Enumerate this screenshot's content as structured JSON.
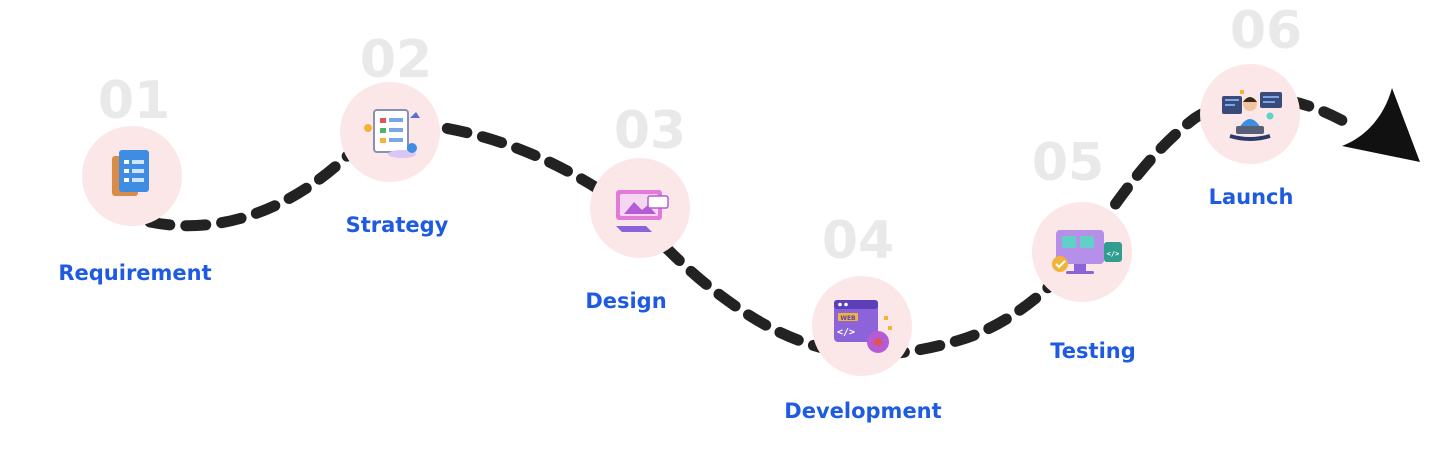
{
  "process": {
    "steps": [
      {
        "number": "01",
        "label": "Requirement",
        "icon": "document-checklist-icon"
      },
      {
        "number": "02",
        "label": "Strategy",
        "icon": "planning-board-icon"
      },
      {
        "number": "03",
        "label": "Design",
        "icon": "design-canvas-icon"
      },
      {
        "number": "04",
        "label": "Development",
        "icon": "web-code-gear-icon"
      },
      {
        "number": "05",
        "label": "Testing",
        "icon": "monitor-check-icon"
      },
      {
        "number": "06",
        "label": "Launch",
        "icon": "developer-laptop-icon"
      }
    ],
    "colors": {
      "label": "#1f5be0",
      "number": "#e9e9e9",
      "circle": "#fbe7e7",
      "path": "#222222"
    }
  }
}
